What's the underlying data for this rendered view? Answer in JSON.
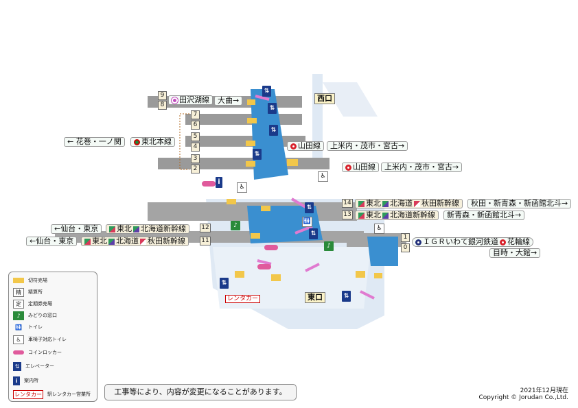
{
  "exits": {
    "west": "西口",
    "east": "東口"
  },
  "platforms": {
    "p9": "9",
    "p8": "8",
    "p7": "7",
    "p6": "6",
    "p5": "5",
    "p4": "4",
    "p3": "3",
    "p2": "2",
    "p14": "14",
    "p13": "13",
    "p12": "12",
    "p11": "11",
    "p1": "1",
    "p0": "0"
  },
  "lines": {
    "tazawako": "田沢湖線",
    "omagari": "大曲→",
    "tohoku_honsen": "東北本線",
    "hanamaki": "← 花巻・一ノ関",
    "yamada1": "山田線",
    "kamiyonai1": "上米内・茂市・宮古→",
    "yamada2": "山田線",
    "kamiyonai2": "上米内・茂市・宮古→",
    "p14_lines": "東北",
    "p14_hokkaido": "北海道",
    "p14_akita": "秋田新幹線",
    "p14_dest": "秋田・新青森・新函館北斗→",
    "p13_lines": "東北",
    "p13_hokkaido": "北海道新幹線",
    "p13_dest": "新青森・新函館北斗→",
    "p12_dest": "←仙台・東京",
    "p12_lines": "東北",
    "p12_hokkaido": "北海道新幹線",
    "p11_dest": "←仙台・東京",
    "p11_lines": "東北",
    "p11_hokkaido": "北海道",
    "p11_akita": "秋田新幹線",
    "igr": "ＩＧＲいわて銀河鉄道",
    "hanawa": "花輪線",
    "igr_dest": "目時・大館→"
  },
  "colors": {
    "platform_gray": "#9a9a9a",
    "concourse_blue": "#3a8fd0",
    "floor_light": "#dfe9f4",
    "stair_yellow": "#f2c74a",
    "tohoku_green": "#2f9b5b",
    "hokkaido_green": "#5cb88a",
    "akita_red": "#d83a5a",
    "igr_navy": "#22307a",
    "jr_red": "#d8202a"
  },
  "legend": {
    "ticket": "切符売場",
    "fare": "精算所",
    "pass": "定期券売場",
    "midori": "みどりの窓口",
    "toilet": "トイレ",
    "accessible": "車椅子対応トイレ",
    "locker": "コインロッカー",
    "elevator": "エレベーター",
    "info": "案内所",
    "rentacar": "駅レンタカー営業所",
    "icon_fare": "精",
    "icon_pass": "定",
    "icon_rentacar": "レンタカー"
  },
  "map_labels": {
    "rentacar": "レンタカー"
  },
  "notice": "工事等により、内容が変更になることがあります。",
  "footer": {
    "date": "2021年12月現在",
    "copyright": "Copyright © Jorudan Co.,Ltd."
  }
}
